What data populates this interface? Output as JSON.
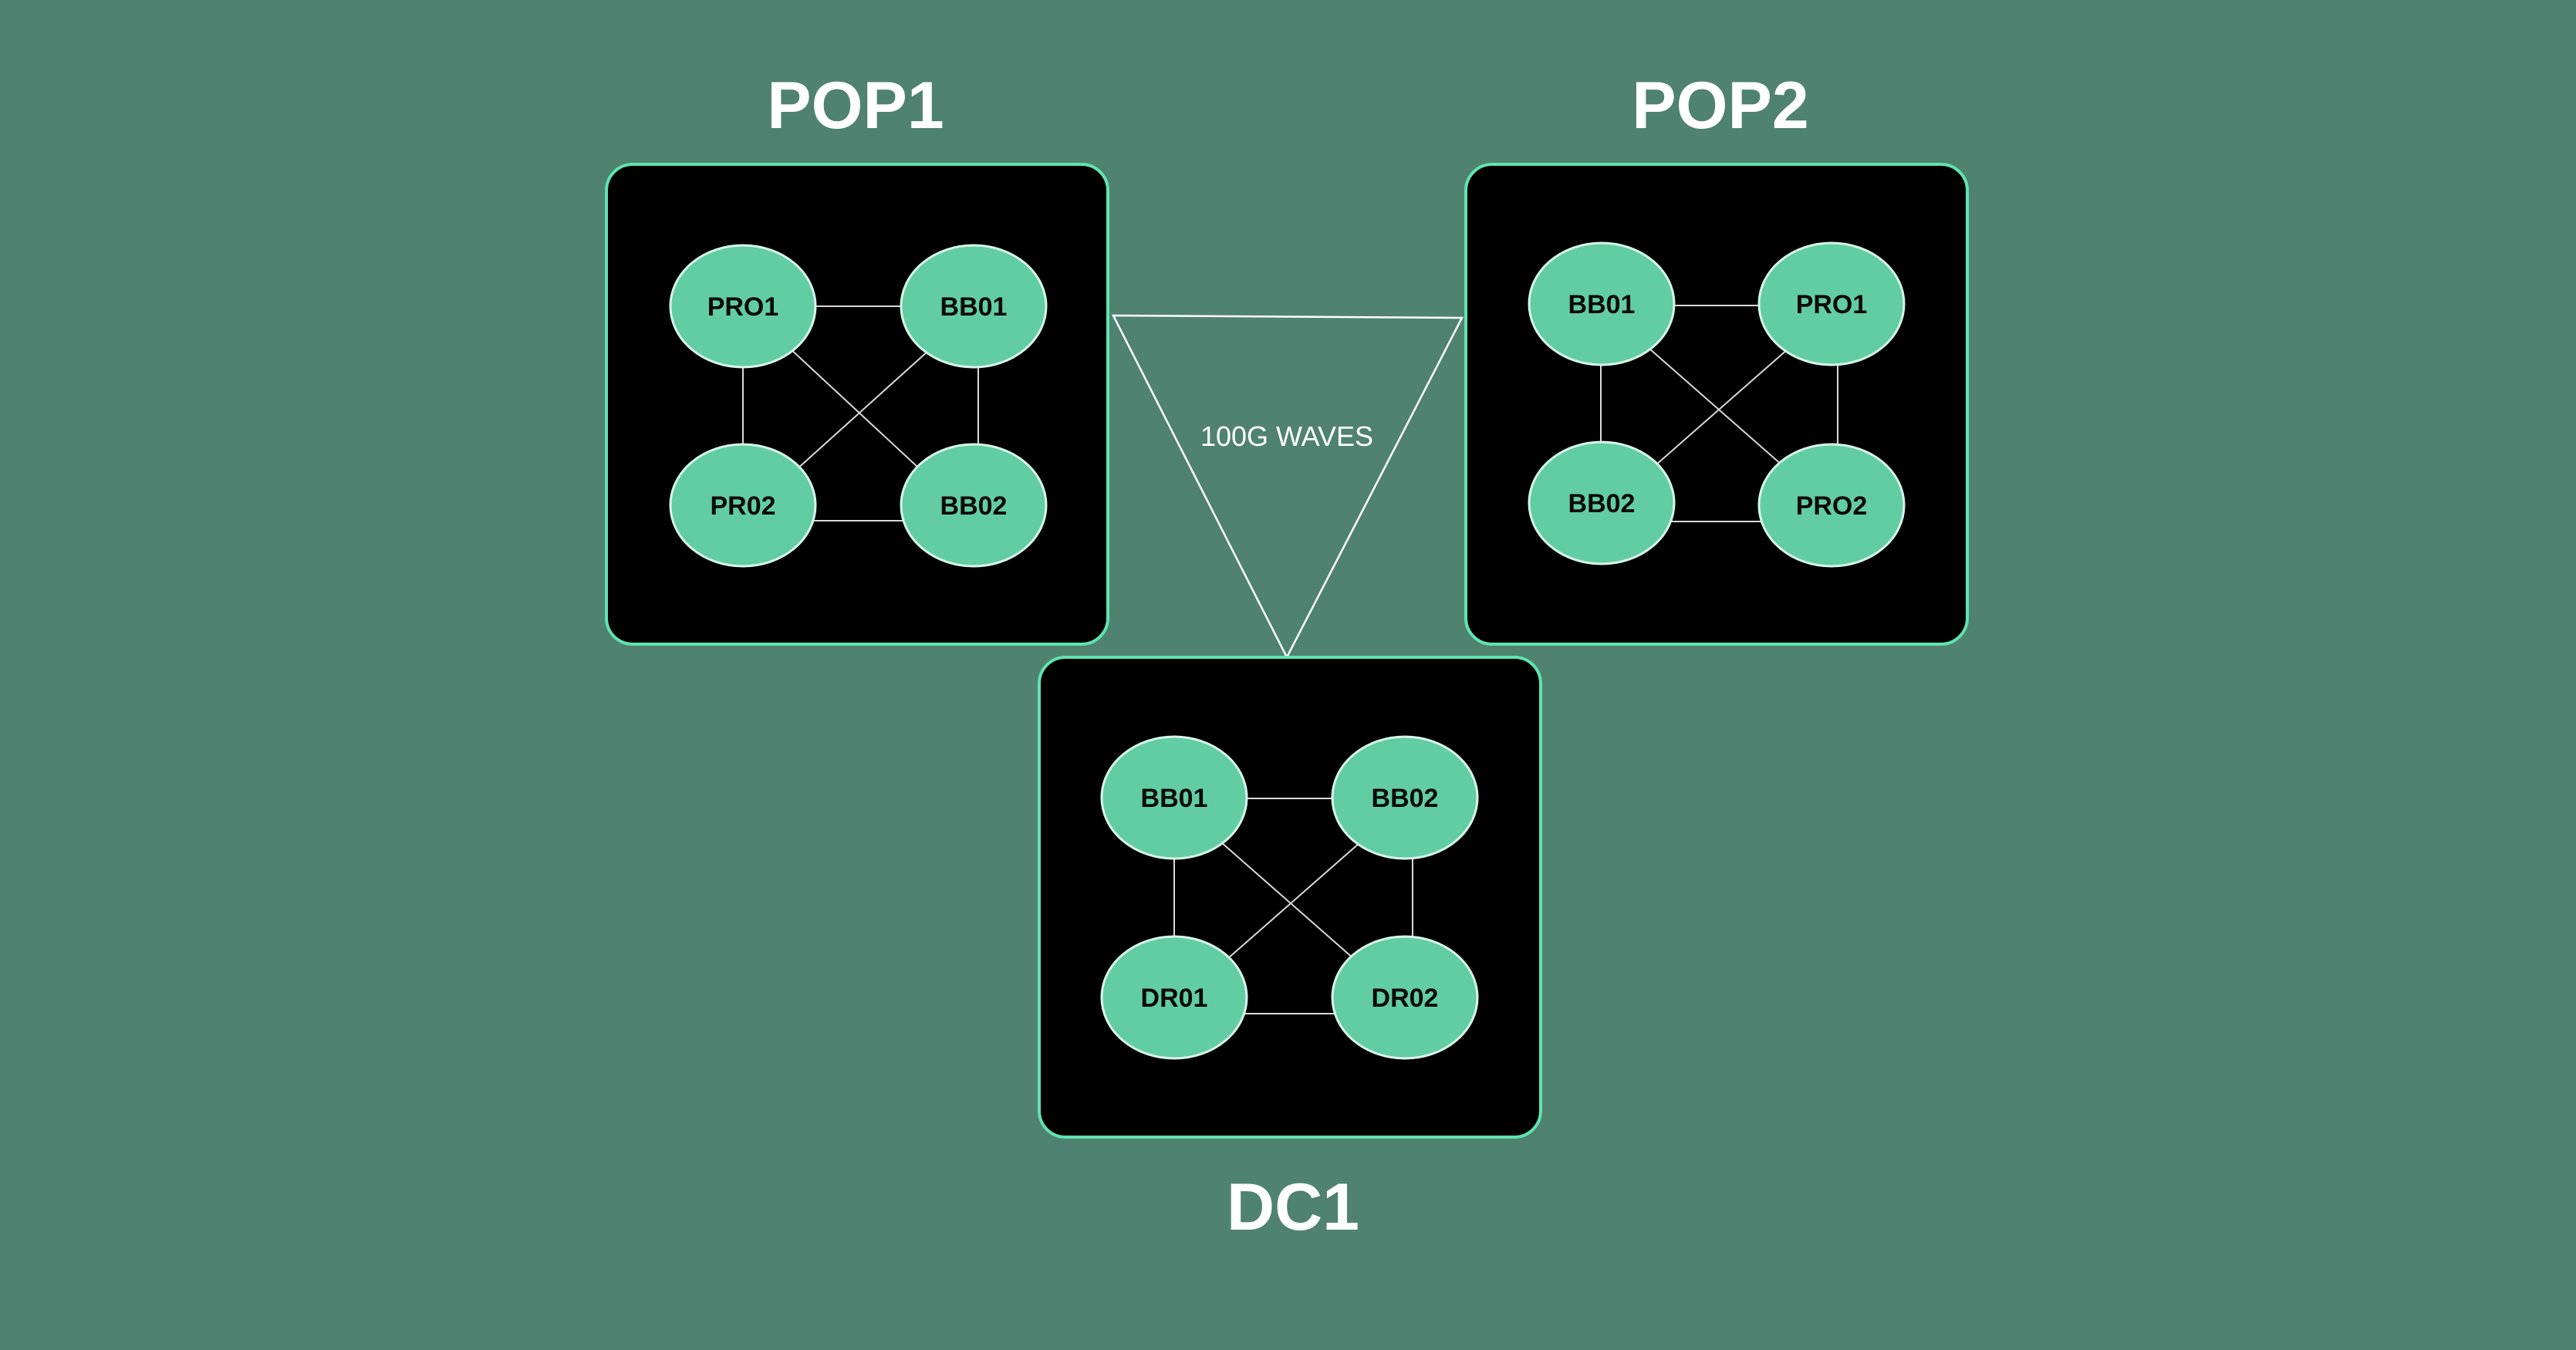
{
  "colors": {
    "background": "#4f8270",
    "site_box_fill": "#000000",
    "site_box_border": "#5fe3b3",
    "node_fill": "#62cda3",
    "title_text": "#ffffff",
    "link": "#d9d9d9"
  },
  "interconnect": {
    "label": "100G WAVES",
    "shape": "triangle"
  },
  "sites": [
    {
      "name": "POP1",
      "title_position": "above",
      "nodes": [
        "PRO1",
        "BB01",
        "PR02",
        "BB02"
      ]
    },
    {
      "name": "POP2",
      "title_position": "above",
      "nodes": [
        "BB01",
        "PRO1",
        "BB02",
        "PRO2"
      ]
    },
    {
      "name": "DC1",
      "title_position": "below",
      "nodes": [
        "BB01",
        "BB02",
        "DR01",
        "DR02"
      ]
    }
  ],
  "node_grid": {
    "layout": "2x2",
    "links": "full-mesh"
  }
}
